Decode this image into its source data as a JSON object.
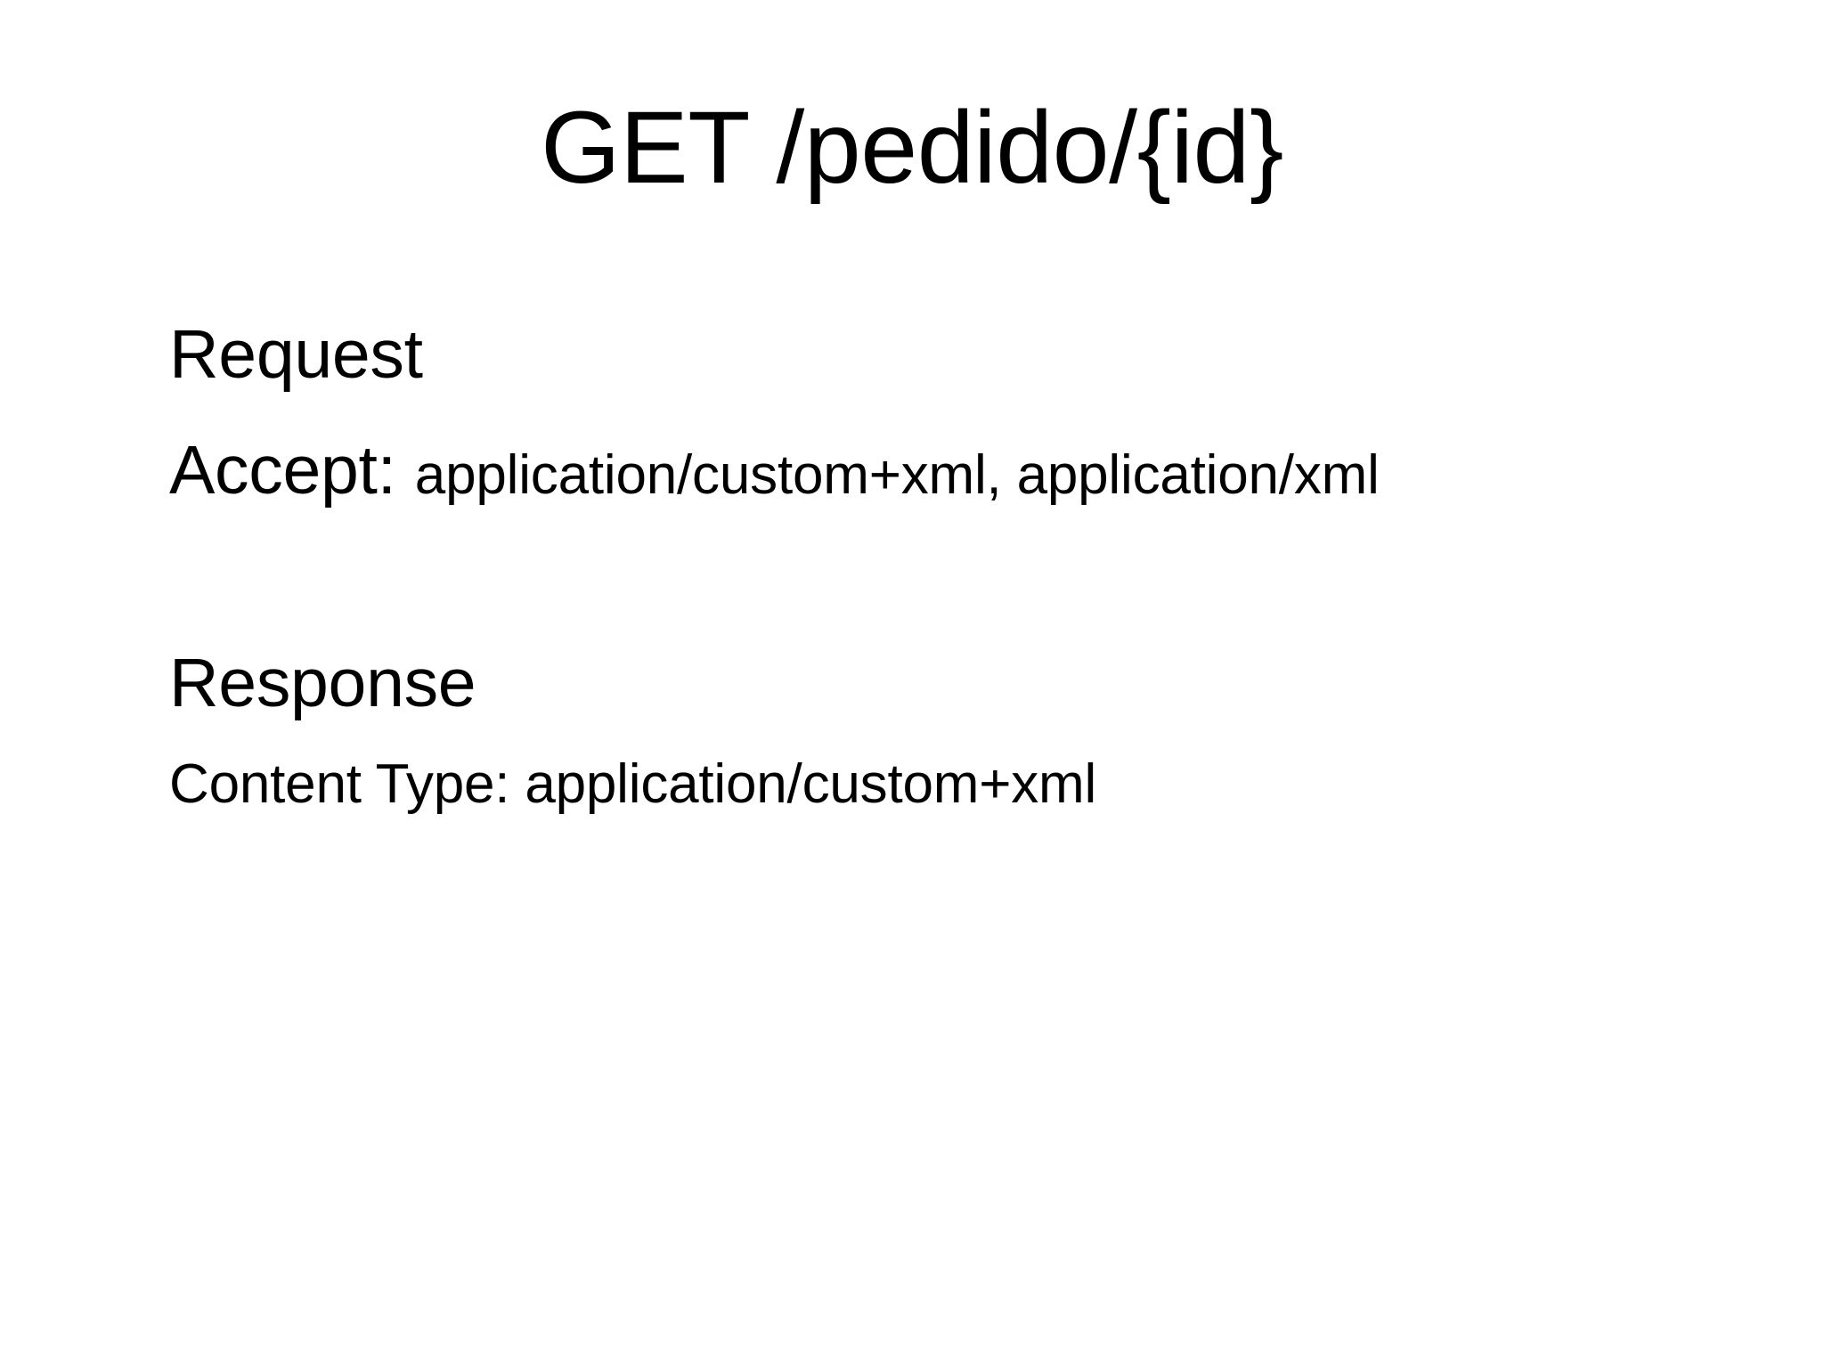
{
  "slide": {
    "title": "GET /pedido/{id}",
    "background_color": "#ffffff",
    "text_color": "#000000",
    "sections": {
      "request": {
        "heading": "Request",
        "header_label": "Accept: ",
        "header_value": "application/custom+xml, application/xml"
      },
      "response": {
        "heading": "Response",
        "header_line": "Content Type: application/custom+xml"
      }
    }
  }
}
